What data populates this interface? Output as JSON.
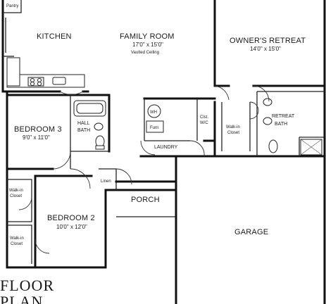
{
  "rooms": {
    "pantry": {
      "name": "Pantry"
    },
    "kitchen": {
      "name": "KITCHEN"
    },
    "family_room": {
      "name": "FAMILY ROOM",
      "dims": "17'0\" x 15'0\"",
      "note": "Vaulted Ceiling"
    },
    "owners_retreat": {
      "name": "OWNER'S RETREAT",
      "dims": "14'0\" x 15'0\""
    },
    "bedroom3": {
      "name": "BEDROOM 3",
      "dims": "9'0\" x 11'0\""
    },
    "hall_bath": {
      "line1": "HALL",
      "line2": "BATH"
    },
    "wh": {
      "name": "WH"
    },
    "furn": {
      "name": "Furn"
    },
    "laundry": {
      "name": "LAUNDRY"
    },
    "closet_wic": {
      "line1": "Clst.",
      "line2": "W/C"
    },
    "retreat_walkin": {
      "line1": "Walk-in",
      "line2": "Closet"
    },
    "retreat_bath": {
      "line1": "RETREAT",
      "line2": "BATH"
    },
    "linen": {
      "name": "Linen"
    },
    "porch": {
      "name": "PORCH"
    },
    "garage": {
      "name": "GARAGE"
    },
    "bedroom2": {
      "name": "BEDROOM 2",
      "dims": "10'0\" x 12'0\""
    },
    "walkin_upper": {
      "line1": "Walk-in",
      "line2": "Closet"
    },
    "walkin_lower": {
      "line1": "Walk-in",
      "line2": "Closet"
    }
  },
  "title": {
    "line1": "FLOOR",
    "line2": "PLAN"
  }
}
